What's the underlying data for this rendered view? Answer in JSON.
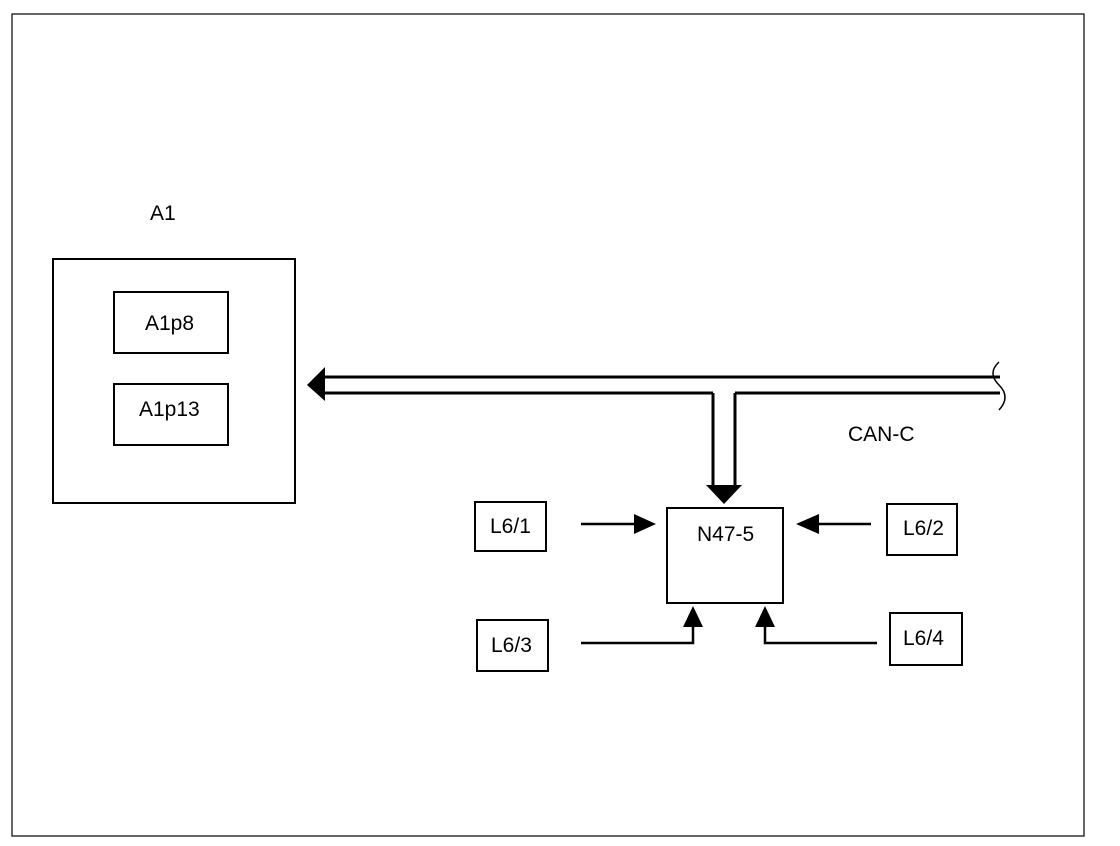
{
  "diagram": {
    "labels": {
      "a1": "A1",
      "a1p8": "A1p8",
      "a1p13": "A1p13",
      "can_c": "CAN-C",
      "n47_5": "N47-5",
      "l6_1": "L6/1",
      "l6_2": "L6/2",
      "l6_3": "L6/3",
      "l6_4": "L6/4"
    },
    "colors": {
      "line": "#000000",
      "background": "#ffffff"
    }
  }
}
